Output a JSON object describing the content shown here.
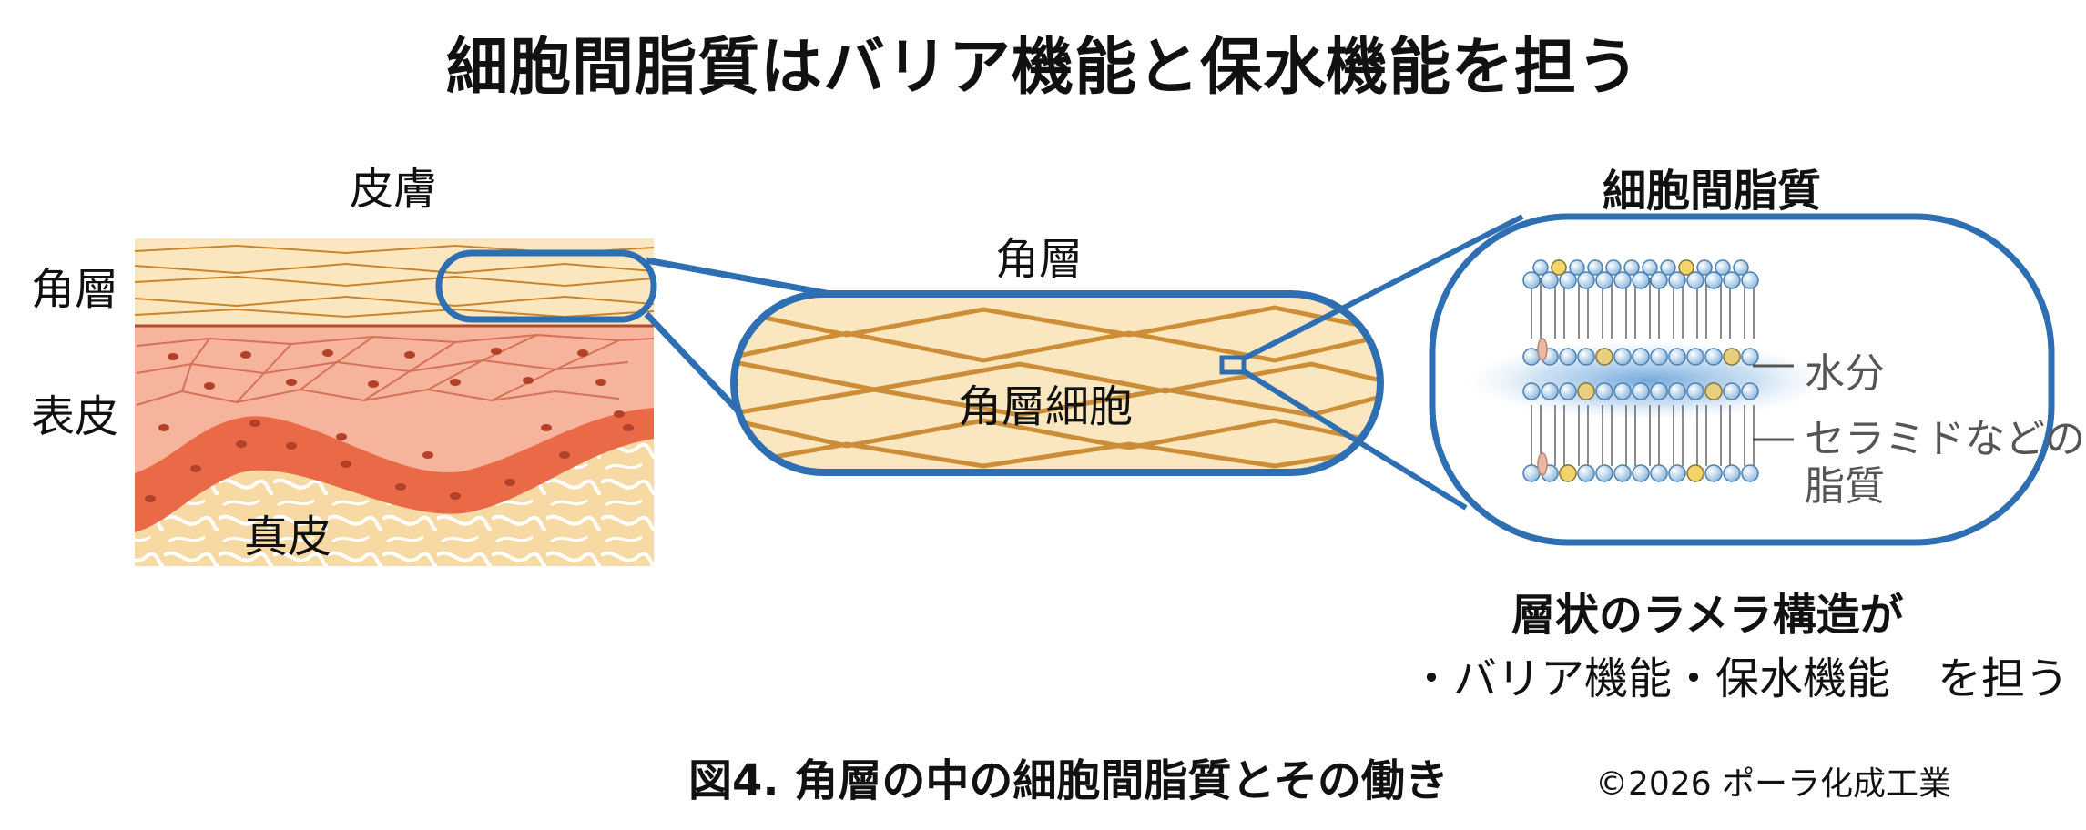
{
  "title": "細胞間脂質はバリア機能と保水機能を担う",
  "skin": {
    "heading": "皮膚",
    "stratum_corneum": "角層",
    "epidermis": "表皮",
    "dermis": "真皮"
  },
  "corneum_panel": {
    "heading": "角層",
    "cell_label": "角層細胞"
  },
  "lipid_panel": {
    "heading": "細胞間脂質",
    "water_label": "水分",
    "lipid_label_line1": "セラミドなどの",
    "lipid_label_line2": "脂質"
  },
  "summary": {
    "line1": "層状のラメラ構造が",
    "item1": "・バリア機能",
    "item2": "・保水機能",
    "tail": "を担う"
  },
  "caption": "図4. 角層の中の細胞間脂質とその働き",
  "copyright": "©2026 ポーラ化成工業",
  "colors": {
    "outline_blue": "#2e6fb4",
    "corneum_fill": "#fbe7bf",
    "corneum_line": "#c8842a",
    "epidermis_light": "#f6b49c",
    "epidermis_dark": "#ea6a48",
    "dermis": "#f7d9a4"
  }
}
